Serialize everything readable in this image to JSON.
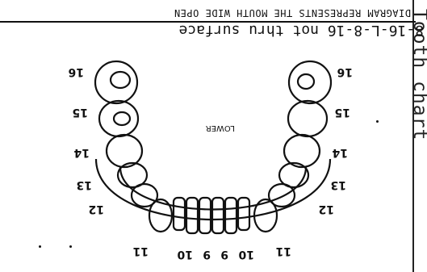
{
  "side_caption": "Tooth chart",
  "title_line": "8-16-L-8-16 not thru surface",
  "diagram_note": "DIAGRAM REPRESENTS THE MOUTH WIDE OPEN",
  "arch_label": "LOWER",
  "tooth_numbers": [
    "11",
    "10",
    "9",
    "9",
    "10",
    "11",
    "12",
    "12",
    "13",
    "13",
    "14",
    "14",
    "15",
    "15",
    "16",
    "16"
  ]
}
